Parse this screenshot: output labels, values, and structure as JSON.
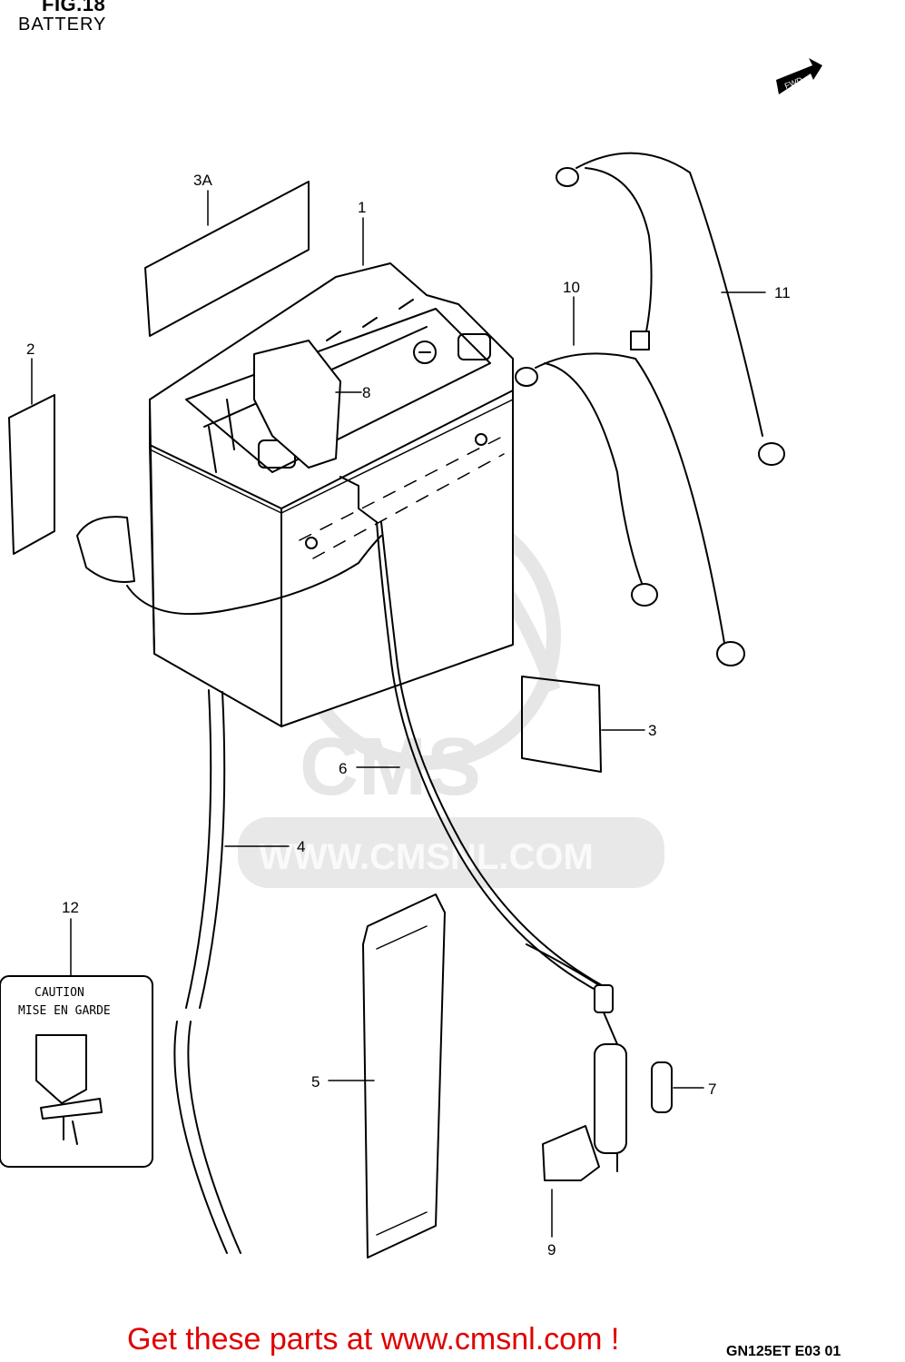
{
  "header": {
    "figure": "FIG.18",
    "section": "BATTERY"
  },
  "direction_marker": {
    "label": "FWD"
  },
  "watermark": {
    "logo": "CMS",
    "url": "WWW.CMSNL.COM"
  },
  "callouts": {
    "c1": "1",
    "c2": "2",
    "c3": "3",
    "c3a": "3A",
    "c4": "4",
    "c5": "5",
    "c6": "6",
    "c7": "7",
    "c8": "8",
    "c9": "9",
    "c10": "10",
    "c11": "11",
    "c12": "12"
  },
  "caution_label": {
    "line1": "CAUTION",
    "line2": "MISE EN GARDE"
  },
  "footer": {
    "promo": "Get these parts at www.cmsnl.com !",
    "drawing_code": "GN125ET E03 01"
  },
  "colors": {
    "promo_text": "#e00000",
    "line_art": "#000000",
    "watermark": "#e6e6e6"
  }
}
